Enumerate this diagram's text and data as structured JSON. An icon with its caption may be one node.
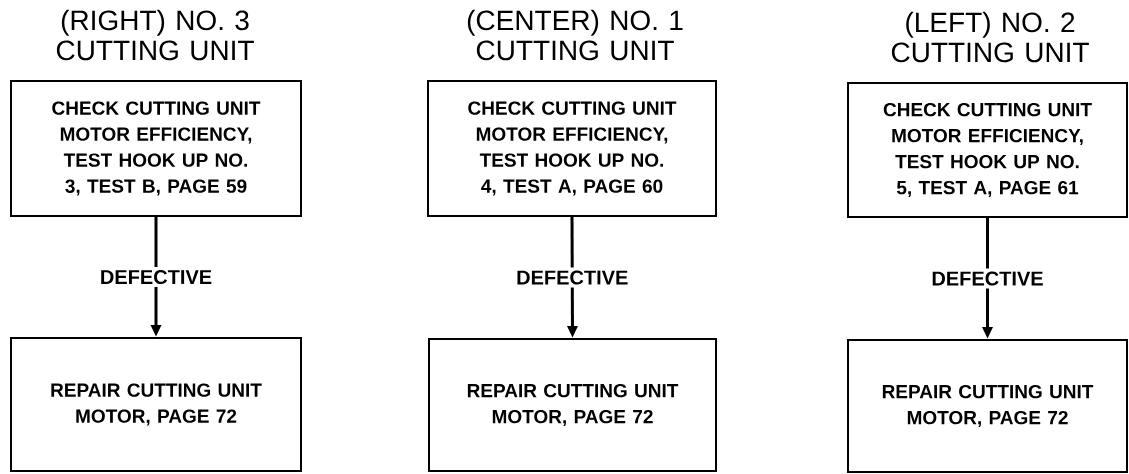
{
  "diagram": {
    "nodes": [
      {
        "text": [
          "(RIGHT) NO. 3 CUTTING UNIT",
          "CHECK CUTTING UNIT MOTOR EFFICIENCY, TEST HOOK UP NO. 3, TEST B, PAGE 59"
        ]
      },
      {
        "text": [
          "REPAIR CUTTING UNIT MOTOR, PAGE 72"
        ]
      },
      {
        "text": [
          "(CENTER) NO. 1 CUTTING UNIT",
          "CHECK CUTTING UNIT MOTOR EFFICIENCY, TEST HOOK UP NO. 4, TEST A, PAGE 60"
        ]
      },
      {
        "text": [
          "REPAIR CUTTING UNIT MOTOR, PAGE 72"
        ]
      },
      {
        "text": [
          "(LEFT) NO. 2 CUTTING UNIT",
          "CHECK CUTTING UNIT MOTOR EFFICIENCY, TEST HOOK UP NO. 5, TEST A, PAGE 61"
        ]
      },
      {
        "text": [
          "REPAIR CUTTING UNIT MOTOR, PAGE 72"
        ]
      }
    ],
    "edges": [
      {
        "from": 0,
        "to": 1,
        "arrow": "to",
        "label": "DEFECTIVE"
      },
      {
        "from": 2,
        "to": 3,
        "arrow": "to",
        "label": "DEFECTIVE"
      },
      {
        "from": 4,
        "to": 5,
        "arrow": "to",
        "label": "DEFECTIVE"
      }
    ]
  }
}
